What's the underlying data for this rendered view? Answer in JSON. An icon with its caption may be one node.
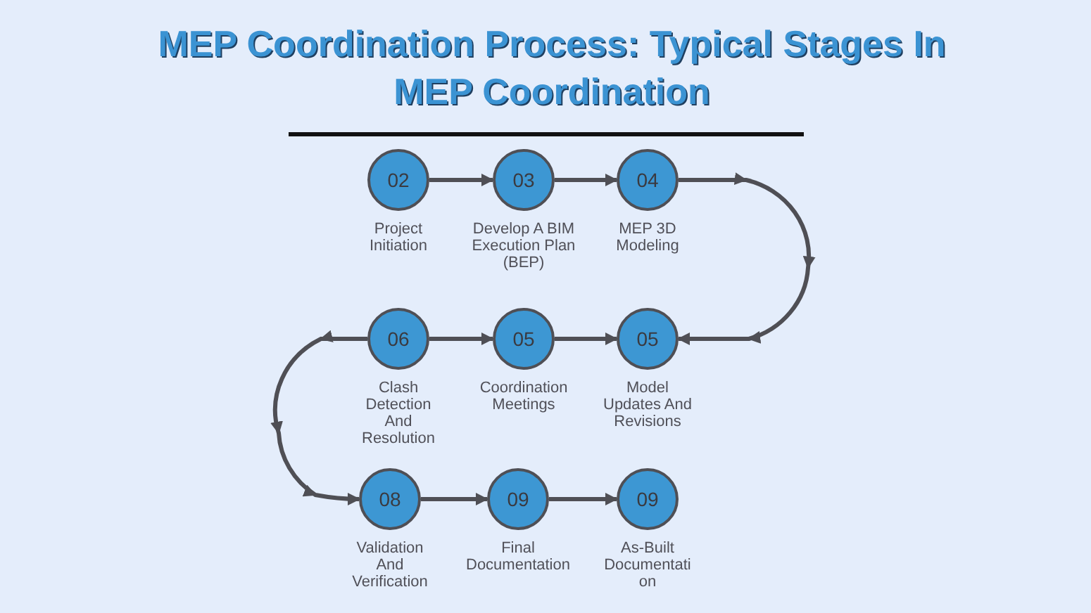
{
  "diagram": {
    "title": "MEP Coordination Process: Typical Stages In MEP Coordination",
    "nodes": [
      {
        "text": [
          "02",
          "Project Initiation"
        ]
      },
      {
        "text": [
          "03",
          "Develop A BIM Execution Plan (BEP)"
        ]
      },
      {
        "text": [
          "04",
          "MEP 3D Modeling"
        ]
      },
      {
        "text": [
          "06",
          "Clash Detection And Resolution"
        ]
      },
      {
        "text": [
          "05",
          "Coordination Meetings"
        ]
      },
      {
        "text": [
          "05",
          "Model Updates And Revisions"
        ]
      },
      {
        "text": [
          "08",
          "Validation And Verification"
        ]
      },
      {
        "text": [
          "09",
          "Final Documentation"
        ]
      },
      {
        "text": [
          "09",
          "As-Built Documentation"
        ]
      }
    ],
    "edges": [
      {
        "from": 0,
        "to": 1,
        "arrow": "to"
      },
      {
        "from": 1,
        "to": 2,
        "arrow": "to"
      },
      {
        "from": 2,
        "to": 5,
        "arrow": "to"
      },
      {
        "from": 3,
        "to": 4,
        "arrow": "to"
      },
      {
        "from": 4,
        "to": 5,
        "arrow": "to"
      },
      {
        "from": 3,
        "to": 6,
        "arrow": "to"
      },
      {
        "from": 6,
        "to": 7,
        "arrow": "to"
      },
      {
        "from": 7,
        "to": 8,
        "arrow": "to"
      }
    ]
  }
}
